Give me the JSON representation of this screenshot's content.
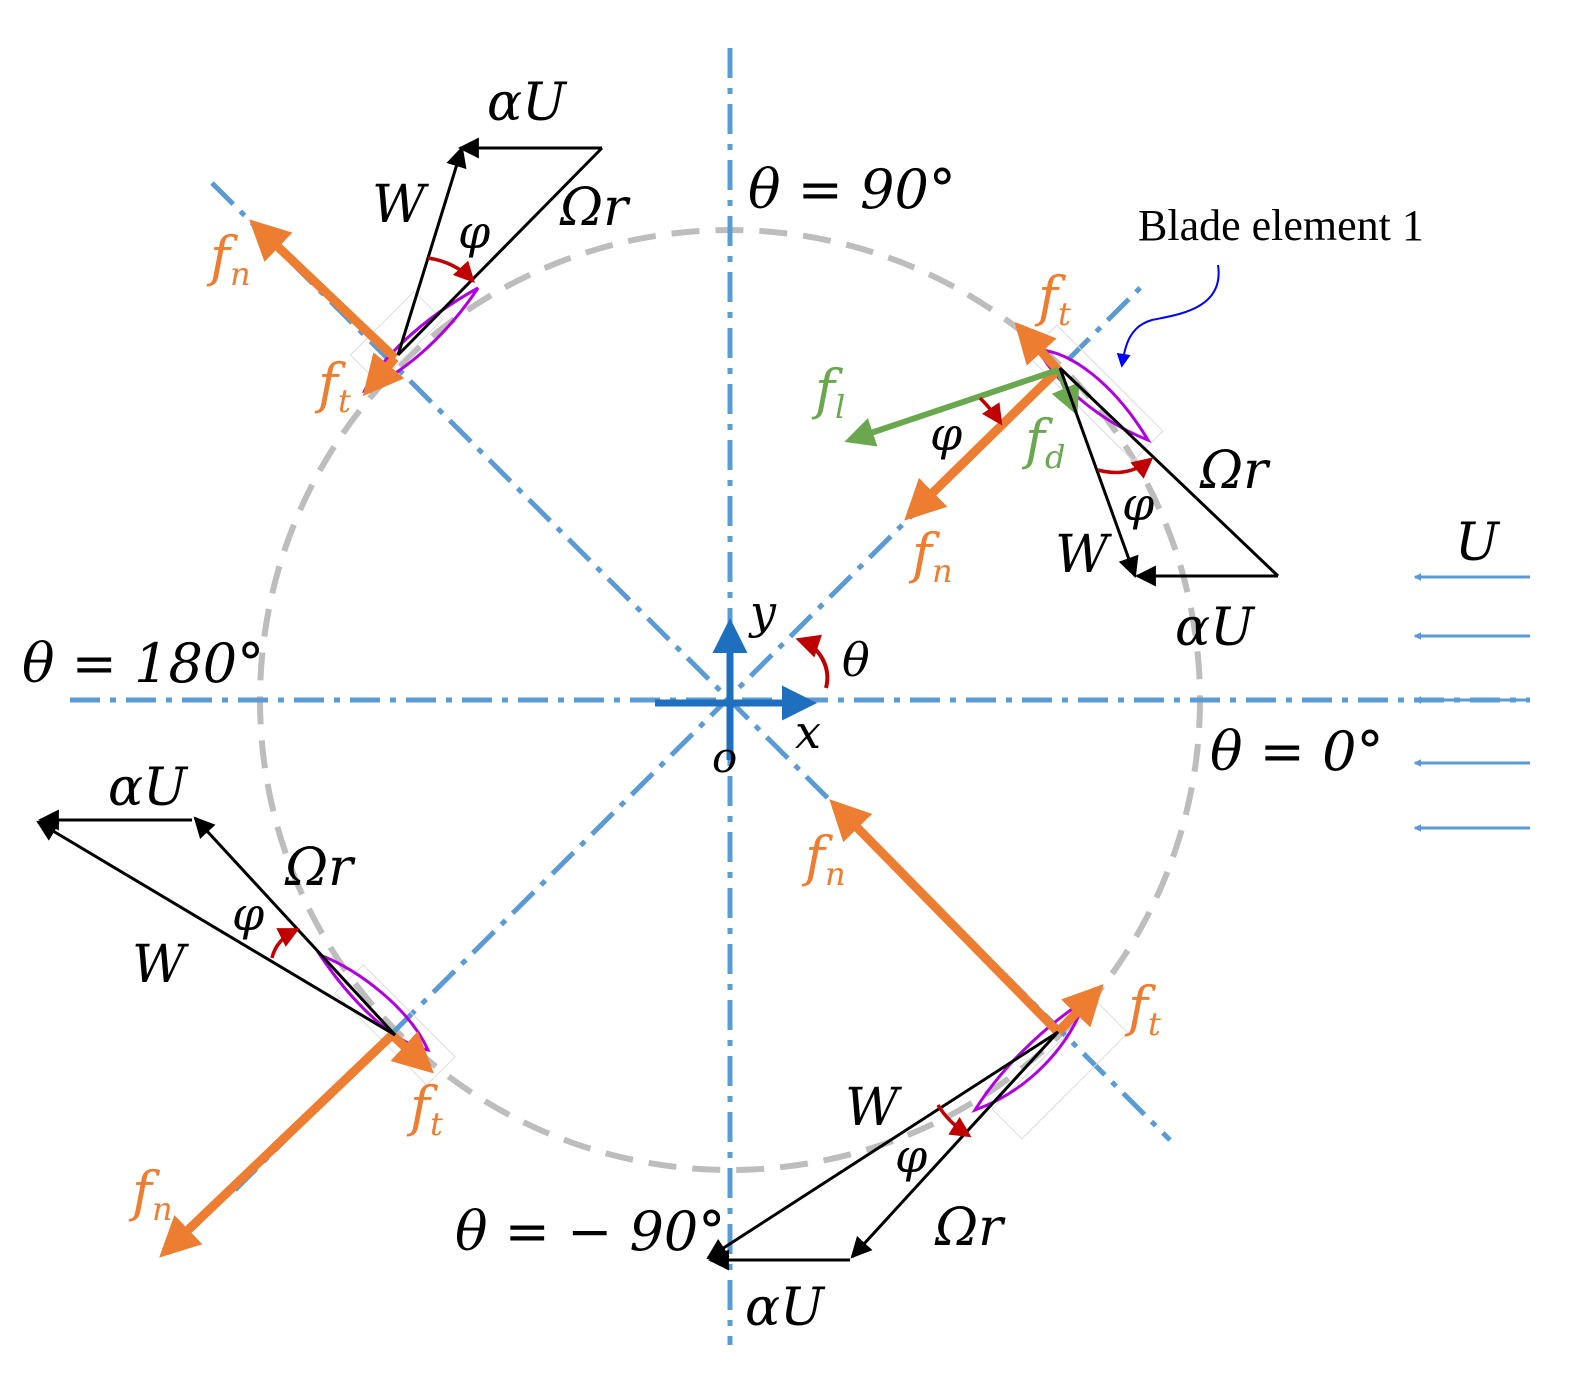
{
  "colors": {
    "axis": "#5b9bd5",
    "axis_dark": "#1f6fbf",
    "circle": "#bdbdbd",
    "vector": "#000000",
    "force": "#ed7d31",
    "force_green": "#6aa84f",
    "angle_arc": "#c00000",
    "blade": "#b000e0",
    "annotation": "#0000ff",
    "flow": "#5b9bd5"
  },
  "labels": {
    "theta_90": "θ = 90°",
    "theta_180": "θ = 180°",
    "theta_0": "θ = 0°",
    "theta_m90": "θ = − 90°",
    "blade_element": "Blade element  1",
    "free_stream": "U",
    "axis_x": "x",
    "axis_y": "y",
    "origin": "o",
    "angle_theta": "θ"
  },
  "blades": [
    {
      "id": "top-left",
      "W": "W",
      "omega_r": "Ωr",
      "alpha_U": "αU",
      "phi": "φ",
      "fn": "f",
      "fn_sub": "n",
      "ft": "f",
      "ft_sub": "t"
    },
    {
      "id": "top-right",
      "W": "W",
      "omega_r": "Ωr",
      "alpha_U": "αU",
      "phi": "φ",
      "phi2": "φ",
      "fn": "f",
      "fn_sub": "n",
      "ft": "f",
      "ft_sub": "t",
      "fl": "f",
      "fl_sub": "l",
      "fd": "f",
      "fd_sub": "d"
    },
    {
      "id": "bottom-left",
      "W": "W",
      "omega_r": "Ωr",
      "alpha_U": "αU",
      "phi": "φ",
      "fn": "f",
      "fn_sub": "n",
      "ft": "f",
      "ft_sub": "t"
    },
    {
      "id": "bottom-right",
      "W": "W",
      "omega_r": "Ωr",
      "alpha_U": "αU",
      "phi": "φ",
      "fn": "f",
      "fn_sub": "n",
      "ft": "f",
      "ft_sub": "t"
    }
  ]
}
